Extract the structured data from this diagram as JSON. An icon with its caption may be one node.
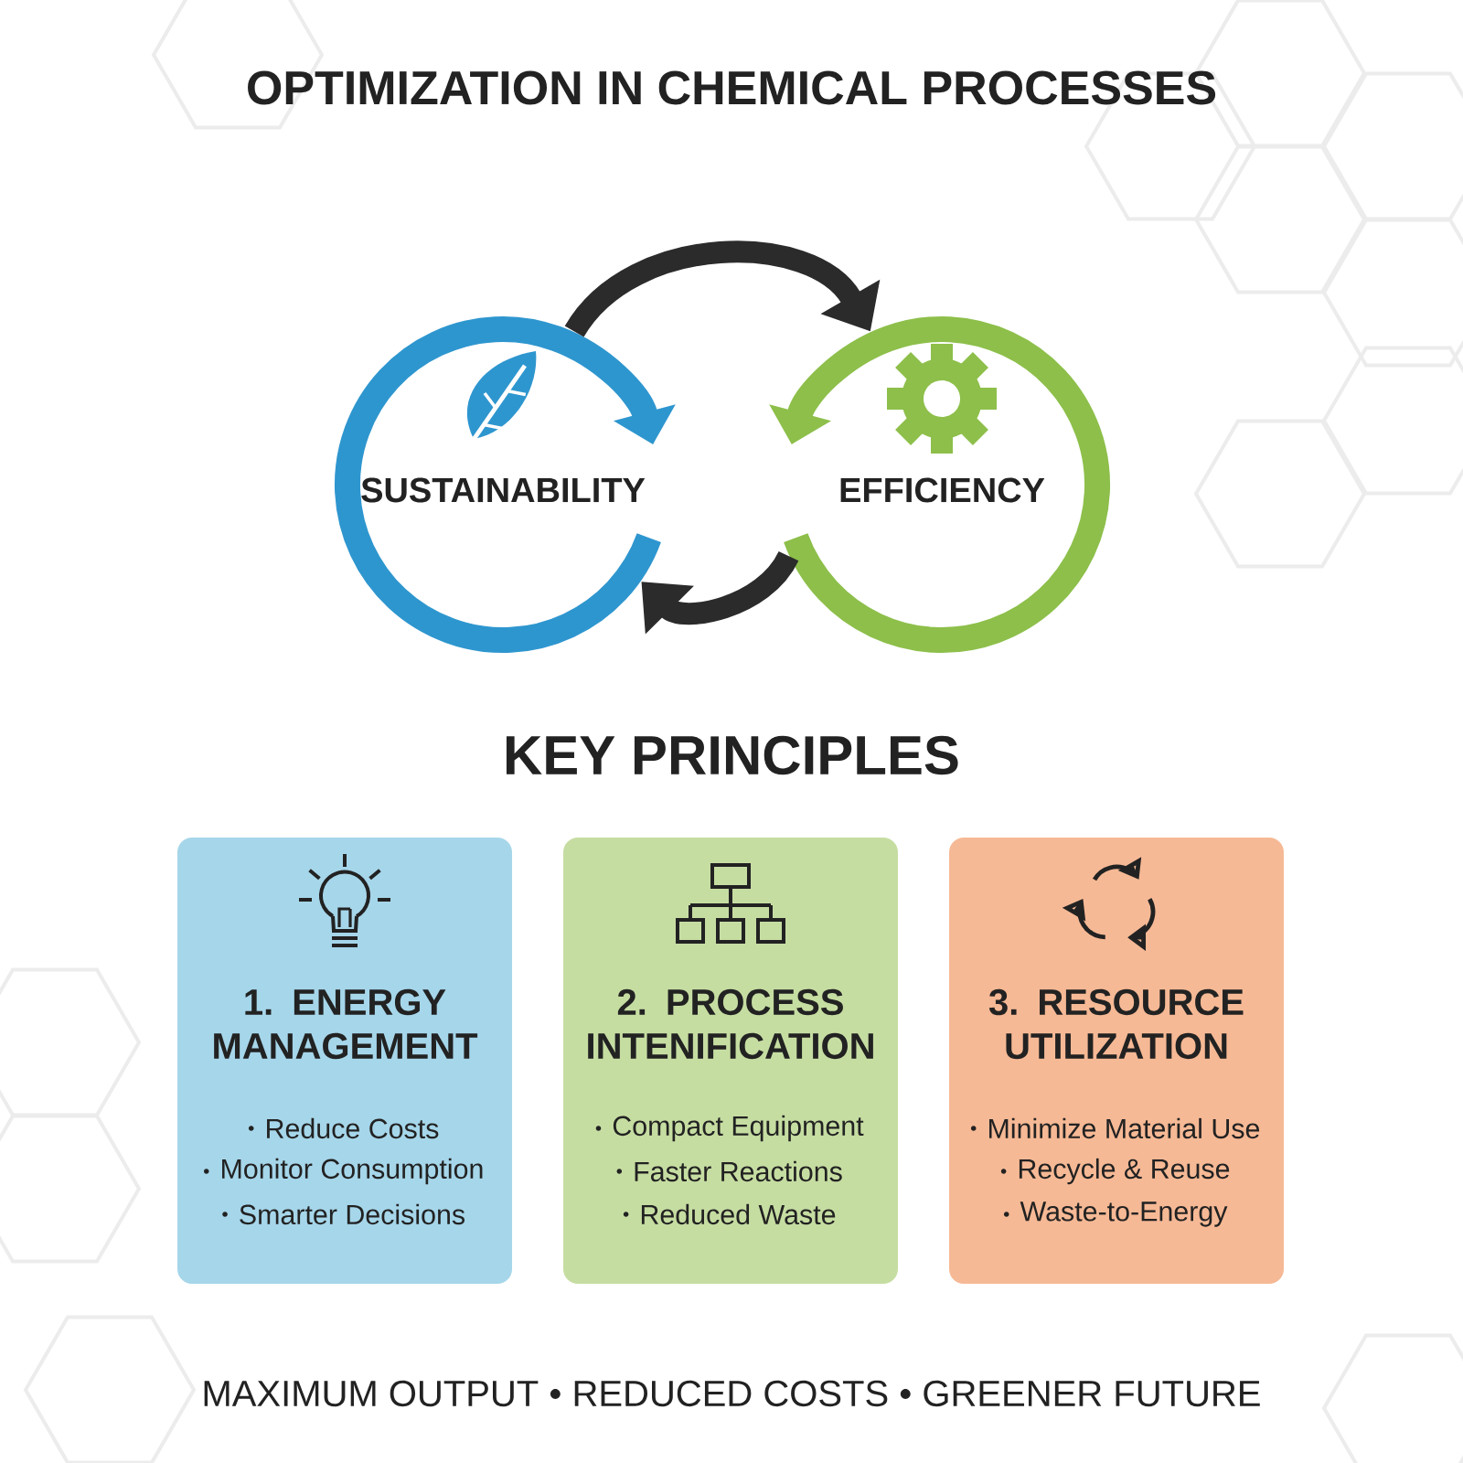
{
  "diagram": {
    "title": "OPTIMIZATION IN CHEMICAL PROCESSES",
    "nodes": [
      {
        "text": [
          "SUSTAINABILITY"
        ]
      },
      {
        "text": [
          "EFFICIENCY"
        ]
      },
      {
        "text": [
          "1. ENERGY MANAGEMENT",
          "Reduce Costs",
          "Monitor Consumption",
          "Smarter Decisions"
        ]
      },
      {
        "text": [
          "2. PROCESS INTENIFICATION",
          "Compact Equipment",
          "Faster Reactions",
          "Reduced Waste"
        ]
      },
      {
        "text": [
          "3. RESOURCE UTILIZATION",
          "Minimize Material Use",
          "Recycle & Reuse",
          "Waste-to-Energy"
        ]
      }
    ],
    "edges": [
      {
        "from": 0,
        "to": 1,
        "arrow": "to"
      },
      {
        "from": 1,
        "to": 0,
        "arrow": "to"
      }
    ],
    "labels": [
      "KEY PRINCIPLES",
      "MAXIMUM OUTPUT • REDUCED COSTS • GREENER FUTURE"
    ]
  }
}
